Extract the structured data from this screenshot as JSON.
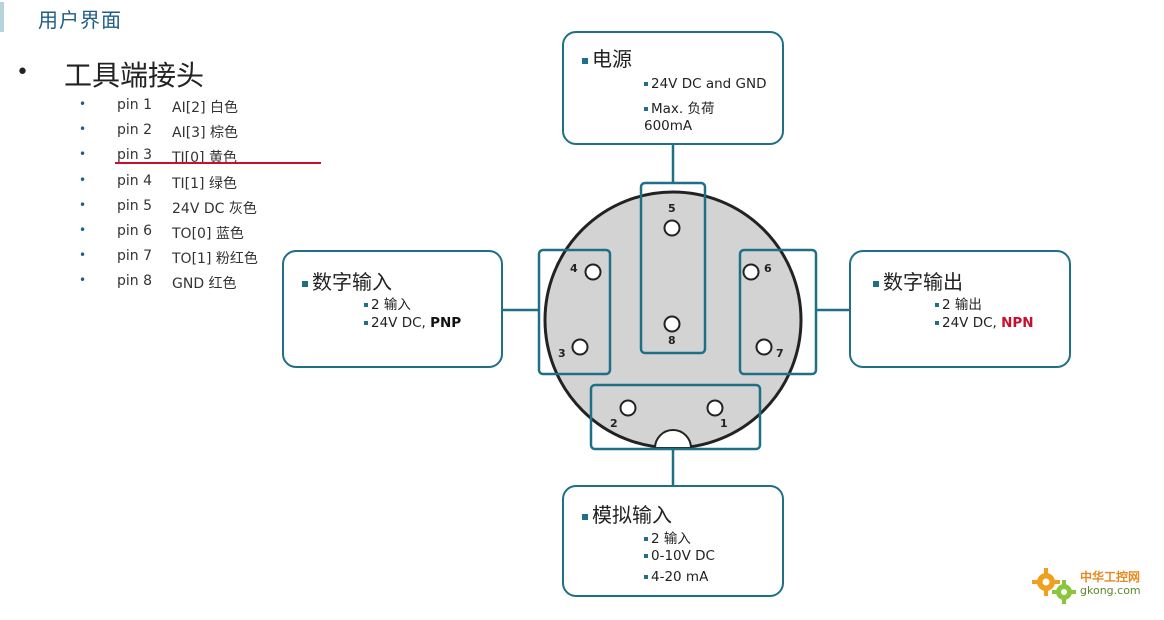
{
  "header": {
    "title": "用户界面"
  },
  "connector": {
    "heading": "工具端接头",
    "pins": [
      {
        "pin": "pin 1",
        "desc": "AI[2] 白色"
      },
      {
        "pin": "pin 2",
        "desc": "AI[3] 棕色"
      },
      {
        "pin": "pin 3",
        "desc": "TI[0] 黄色"
      },
      {
        "pin": "pin 4",
        "desc": "TI[1] 绿色"
      },
      {
        "pin": "pin 5",
        "desc": "24V DC 灰色"
      },
      {
        "pin": "pin 6",
        "desc": "TO[0] 蓝色"
      },
      {
        "pin": "pin 7",
        "desc": "TO[1] 粉红色"
      },
      {
        "pin": "pin 8",
        "desc": "GND 红色"
      }
    ],
    "highlighted_pin": "pin 3"
  },
  "power_box": {
    "title": "电源",
    "item1": "24V DC and GND",
    "item2_line1": "Max. 负荷",
    "item2_line2": "600mA"
  },
  "digital_input_box": {
    "title": "数字输入",
    "item1": "2 输入",
    "item2_prefix": "24V DC, ",
    "item2_strong": "PNP"
  },
  "digital_output_box": {
    "title": "数字输出",
    "item1": "2 输出",
    "item2_prefix": "24V DC, ",
    "item2_strong": "NPN"
  },
  "analog_input_box": {
    "title": "模拟输入",
    "item1": "2 输入",
    "item2": "0-10V DC",
    "item3": "4-20 mA"
  },
  "diagram_pins": [
    "5",
    "8",
    "4",
    "3",
    "6",
    "7",
    "2",
    "1"
  ],
  "watermark": {
    "line1": "中华工控网",
    "line2": "gkong.com"
  },
  "colors": {
    "box_border": "#1f6f86",
    "title_blue": "#1f5d86",
    "accent_red": "#c8102e",
    "connector_fill": "#d3d3d3"
  }
}
